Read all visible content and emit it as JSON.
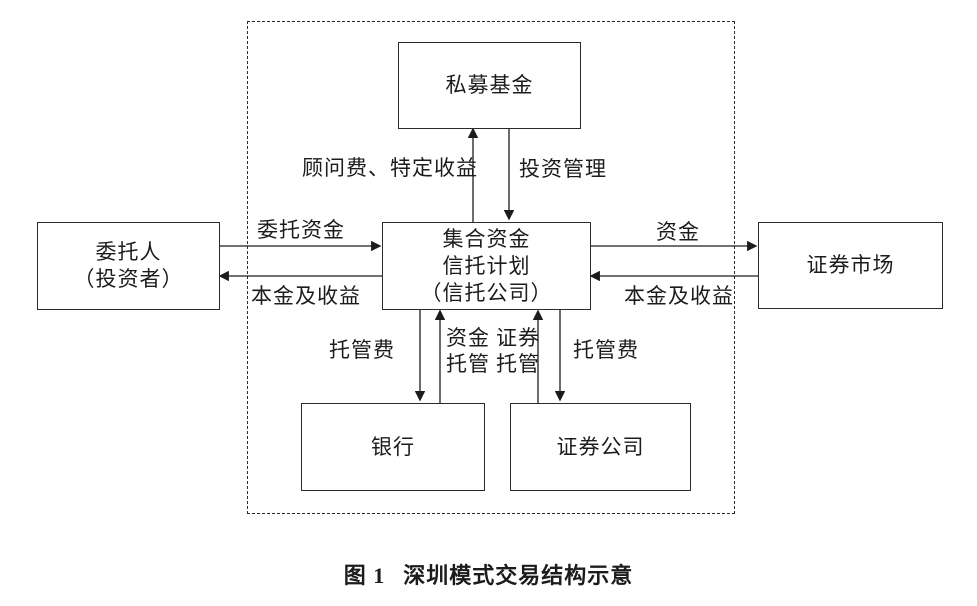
{
  "diagram": {
    "nodes": {
      "private_fund": [
        "私募基金"
      ],
      "trust_plan": [
        "集合资金",
        "信托计划",
        "（信托公司）"
      ],
      "principal": [
        "委托人",
        "（投资者）"
      ],
      "securities_market": [
        "证券市场"
      ],
      "bank": [
        "银行"
      ],
      "securities_company": [
        "证券公司"
      ]
    },
    "edge_labels": {
      "advisory_fee": "顾问费、特定收益",
      "investment_management": "投资管理",
      "entrusted_funds": "委托资金",
      "principal_and_returns_left": "本金及收益",
      "funds": "资金",
      "principal_and_returns_right": "本金及收益",
      "custody_fee_left": "托管费",
      "fund_custody": [
        "资金",
        "托管"
      ],
      "securities_custody": [
        "证券",
        "托管"
      ],
      "custody_fee_right": "托管费"
    },
    "caption": {
      "prefix": "图 1",
      "title": "深圳模式交易结构示意"
    }
  },
  "colors": {
    "line": "#1c1c1c",
    "text": "#1c1c1c",
    "background": "#ffffff"
  }
}
